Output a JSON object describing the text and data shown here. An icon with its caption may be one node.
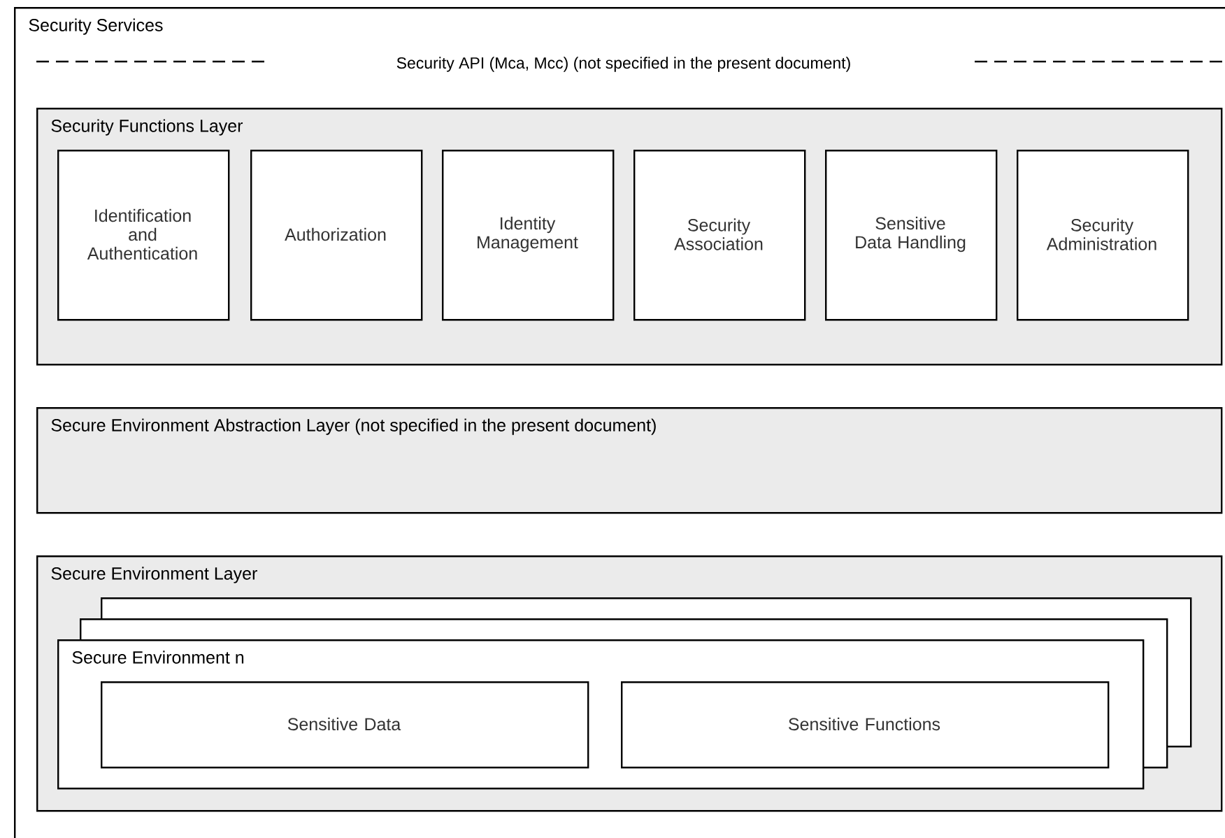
{
  "diagram": {
    "nodes": [
      {
        "text": [
          "Security Services"
        ]
      },
      {
        "text": [
          "Security Functions Layer"
        ],
        "in": 0
      },
      {
        "text": [
          "Identification and Authentication"
        ],
        "in": 1
      },
      {
        "text": [
          "Authorization"
        ],
        "in": 1
      },
      {
        "text": [
          "Identity Management"
        ],
        "in": 1
      },
      {
        "text": [
          "Security Association"
        ],
        "in": 1
      },
      {
        "text": [
          "Sensitive Data Handling"
        ],
        "in": 1
      },
      {
        "text": [
          "Security Administration"
        ],
        "in": 1
      },
      {
        "text": [
          "Secure Environment Abstraction Layer (not specified in the present document)"
        ],
        "in": 0
      },
      {
        "text": [
          "Secure Environment Layer"
        ],
        "in": 0
      },
      {
        "text": [],
        "shape": "box",
        "in": 9
      },
      {
        "text": [],
        "shape": "box",
        "in": 9
      },
      {
        "text": [
          "Secure Environment n"
        ],
        "in": 9
      },
      {
        "text": [
          "Sensitive Data"
        ],
        "in": 12
      },
      {
        "text": [
          "Sensitive Functions"
        ],
        "in": 12
      }
    ],
    "labels": [
      "Security API (Mca, Mcc) (not specified in the present document)"
    ]
  }
}
